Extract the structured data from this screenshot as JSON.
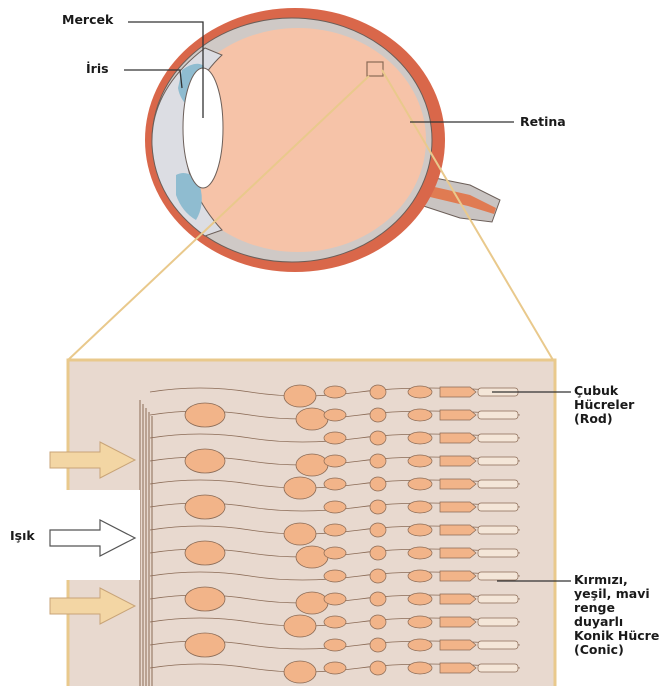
{
  "labels": {
    "lens": "Mercek",
    "iris": "İris",
    "retina": "Retina",
    "light": "Işık",
    "rod": [
      "Çubuk",
      "Hücreler",
      "(Rod)"
    ],
    "cone": [
      "Kırmızı,",
      "yeşil, mavi",
      "renge",
      "duyarlı",
      "Konik Hücre",
      "(Conic)"
    ]
  },
  "colors": {
    "eye_outer": "#d9674a",
    "eye_inner": "#f6c3a8",
    "lens": "#ffffff",
    "iris": "#8fbcd0",
    "sclera_band": "#c9c4c2",
    "panel_bg": "#e8d9cf",
    "panel_border": "#e9c98c",
    "cell_fill": "#f2b489",
    "cell_stroke": "#8a6a55",
    "receptor_fill": "#f4e6d8",
    "arrow_fill": "#f3d6a4",
    "leader_line": "#333333"
  },
  "icons": {
    "light_arrows": "arrow-right-icon"
  }
}
